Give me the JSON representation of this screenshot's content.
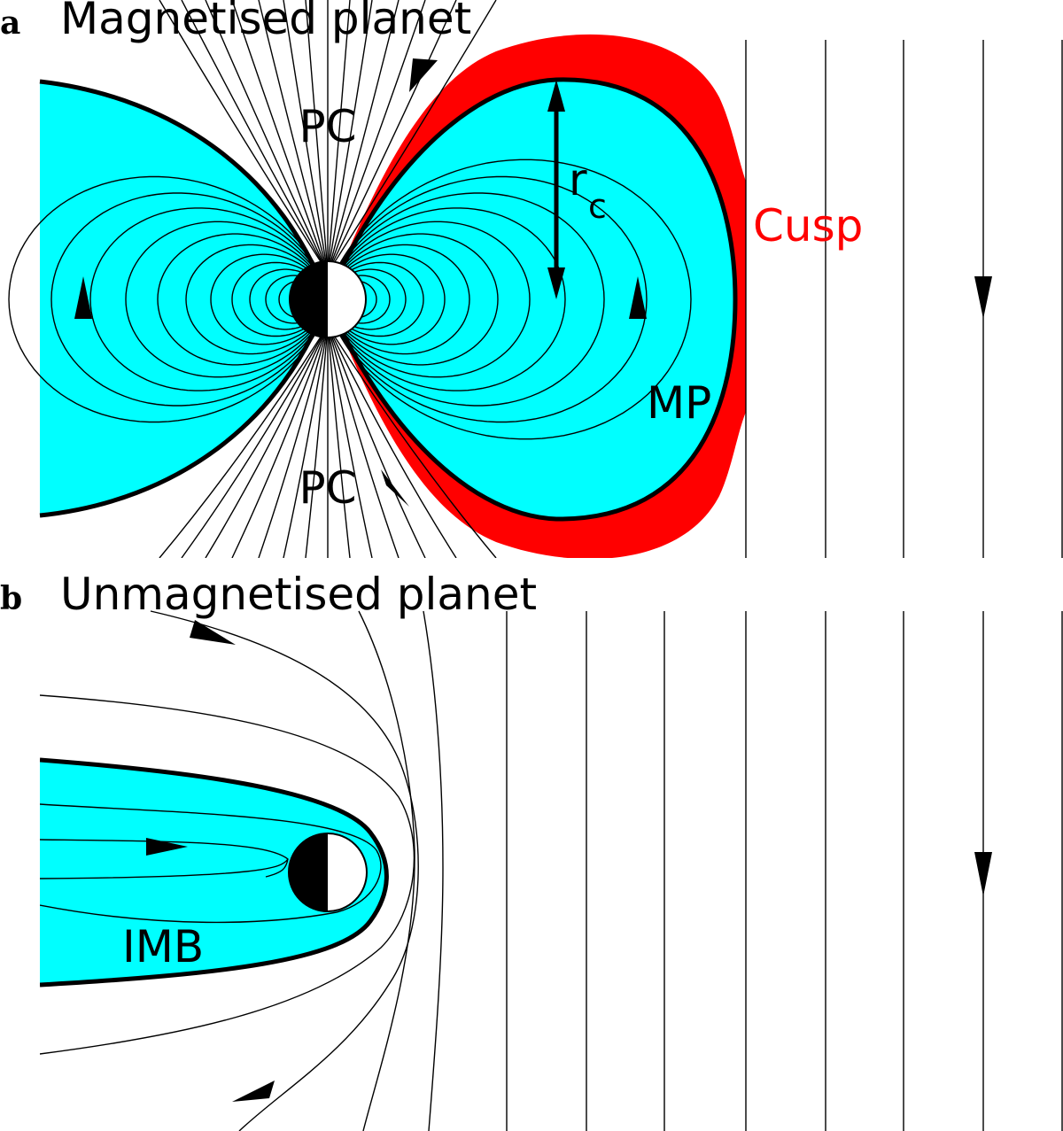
{
  "panel_a": {
    "letter": "a",
    "title": "Magnetised planet",
    "labels": {
      "polar_cap_top": "PC",
      "polar_cap_bottom": "PC",
      "cusp": "Cusp",
      "magnetopause": "MP",
      "radius_symbol": "r",
      "radius_subscript": "c"
    }
  },
  "panel_b": {
    "letter": "b",
    "title": "Unmagnetised planet",
    "labels": {
      "boundary": "IMB"
    }
  },
  "colors": {
    "magnetosphere_fill": "#00ffff",
    "cusp_fill": "#ff0000",
    "cusp_label": "#ff0000",
    "field_lines": "#000000",
    "planet_night": "#000000",
    "planet_day": "#ffffff"
  }
}
